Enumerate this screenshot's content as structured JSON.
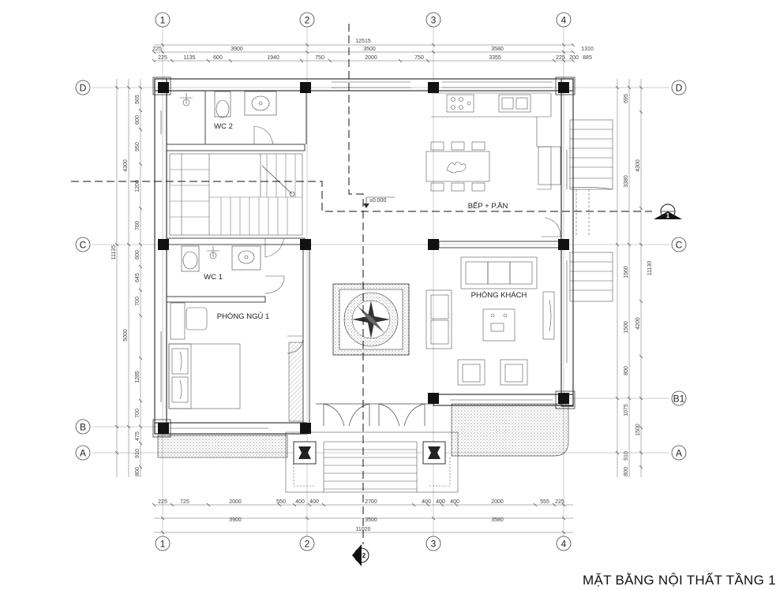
{
  "title": "MẶT BẰNG  NỘI THẤT TẦNG 1",
  "grid": {
    "columns": [
      "1",
      "2",
      "3",
      "4"
    ],
    "rows": [
      "D",
      "C",
      "B",
      "A",
      "B1"
    ]
  },
  "rooms": {
    "wc2": "WC 2",
    "wc1": "WC 1",
    "bedroom": "PHÒNG NGỦ 1",
    "kitchen": "BẾP + P.ĂN",
    "living": "PHÒNG KHÁCH"
  },
  "level": "±0.000",
  "section_marks": {
    "s1": "1",
    "s2": "2"
  },
  "dims_top": {
    "total": "12515",
    "row1": [
      "3900",
      "3500",
      "3580",
      "1310"
    ],
    "row1_small": "225",
    "row2": [
      "225",
      "1135",
      "600",
      "1940",
      "750",
      "2000",
      "750",
      "3355",
      "225",
      "885",
      "200"
    ]
  },
  "dims_bottom": {
    "row1": [
      "225",
      "725",
      "2000",
      "550",
      "400",
      "400",
      "2700",
      "400",
      "400",
      "400",
      "2000",
      "555",
      "225"
    ],
    "row2": [
      "3900",
      "3500",
      "3580"
    ],
    "total": "11020"
  },
  "dims_left": {
    "total": "11135",
    "row1": [
      "4300",
      "5000"
    ],
    "row2": [
      "565",
      "600",
      "950",
      "1200",
      "760",
      "600",
      "645",
      "700",
      "1285",
      "700",
      "475",
      "910",
      "800"
    ]
  },
  "dims_right": {
    "total": "11130",
    "row1": [
      "4300",
      "4200"
    ],
    "row2": [
      "695",
      "3380",
      "1560",
      "1500",
      "800",
      "1075",
      "1500",
      "910",
      "800"
    ]
  }
}
